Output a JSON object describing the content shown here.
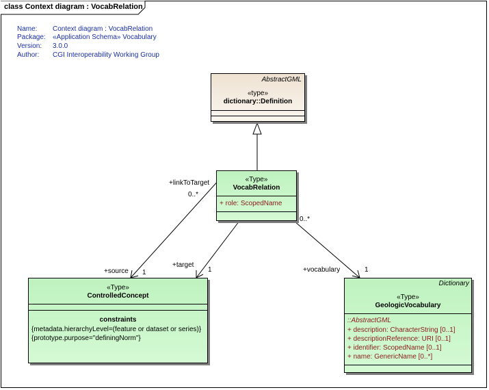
{
  "frame": {
    "title": "class Context diagram : VocabRelation"
  },
  "metadata": [
    {
      "label": "Name:",
      "value": "Context diagram : VocabRelation"
    },
    {
      "label": "Package:",
      "value": "«Application Schema» Vocabulary"
    },
    {
      "label": "Version:",
      "value": "3.0.0"
    },
    {
      "label": "Author:",
      "value": "CGI Interoperability Working Group"
    }
  ],
  "classes": {
    "definition": {
      "package_note": "AbstractGML",
      "stereotype": "«type»",
      "name": "dictionary::Definition"
    },
    "vocab_relation": {
      "stereotype": "«Type»",
      "name": "VocabRelation",
      "attributes": [
        "+  role:  ScopedName"
      ]
    },
    "controlled_concept": {
      "stereotype": "«Type»",
      "name": "ControlledConcept",
      "constraints_title": "constraints",
      "constraints": [
        "{metadata.hierarchyLevel=(feature or dataset or series)}",
        "{prototype.purpose=\"definingNorm\"}"
      ]
    },
    "geologic_vocabulary": {
      "package_note": "Dictionary",
      "stereotype": "«Type»",
      "name": "GeologicVocabulary",
      "inherited_from": "::AbstractGML",
      "attributes": [
        "+   description:  CharacterString [0..1]",
        "+   descriptionReference:  URI [0..1]",
        "+   identifier:  ScopedName [0..1]",
        "+   name:  GenericName [0..*]"
      ]
    }
  },
  "associations": {
    "link_to_target": {
      "role": "+linkToTarget",
      "multiplicity": "0..*"
    },
    "source": {
      "role": "+source",
      "multiplicity": "1"
    },
    "target": {
      "role": "+target",
      "multiplicity": "1"
    },
    "vocab_source_mult": "0..*",
    "vocabulary": {
      "role": "+vocabulary",
      "multiplicity": "1"
    }
  }
}
